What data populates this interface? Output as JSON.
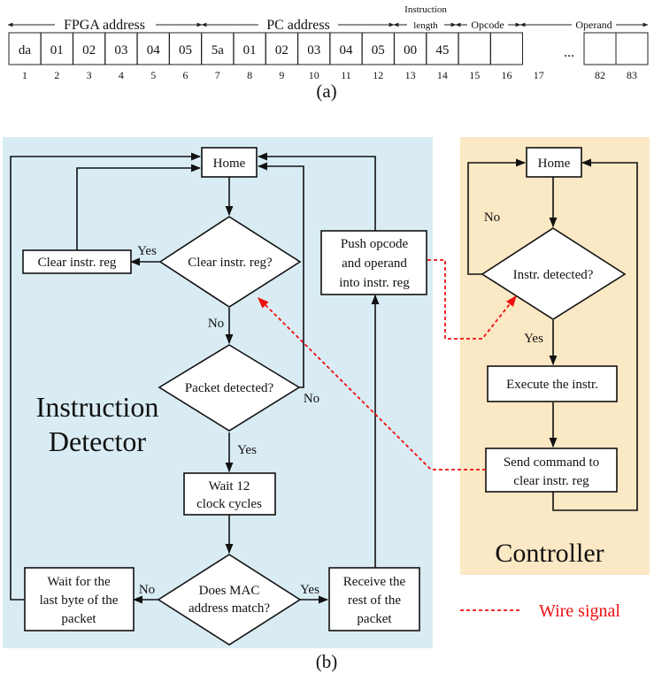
{
  "packet": {
    "groups": {
      "fpga": "FPGA address",
      "pc": "PC address",
      "len_line1": "Instruction",
      "len_line2": "length",
      "opcode": "Opcode",
      "operand": "Operand"
    },
    "cells": [
      "da",
      "01",
      "02",
      "03",
      "04",
      "05",
      "5a",
      "01",
      "02",
      "03",
      "04",
      "05",
      "00",
      "45",
      "",
      "",
      "",
      ""
    ],
    "indices": [
      "1",
      "2",
      "3",
      "4",
      "5",
      "6",
      "7",
      "8",
      "9",
      "10",
      "11",
      "12",
      "13",
      "14",
      "15",
      "16",
      "17",
      "82",
      "83"
    ],
    "ellipsis": "...",
    "caption": "(a)"
  },
  "detector": {
    "title_line1": "Instruction",
    "title_line2": "Detector",
    "home": "Home",
    "clear_decision": "Clear instr. reg?",
    "clear_action": "Clear instr. reg",
    "packet_decision": "Packet detected?",
    "wait_line1": "Wait 12",
    "wait_line2": "clock cycles",
    "mac_line1": "Does MAC",
    "mac_line2": "address match?",
    "waitlast_line1": "Wait for the",
    "waitlast_line2": "last byte of the",
    "waitlast_line3": "packet",
    "receive_line1": "Receive the",
    "receive_line2": "rest of the",
    "receive_line3": "packet",
    "push_line1": "Push opcode",
    "push_line2": "and operand",
    "push_line3": "into instr. reg",
    "yes": "Yes",
    "no": "No"
  },
  "controller": {
    "title": "Controller",
    "home": "Home",
    "detect_decision": "Instr. detected?",
    "execute": "Execute the instr.",
    "send_line1": "Send command to",
    "send_line2": "clear instr. reg",
    "yes": "Yes",
    "no": "No"
  },
  "legend": {
    "wire_signal": "Wire signal"
  },
  "caption_b": "(b)",
  "colors": {
    "detector_bg": "#d9ecf4",
    "controller_bg": "#fbe8c4",
    "wire": "#ee1111"
  }
}
